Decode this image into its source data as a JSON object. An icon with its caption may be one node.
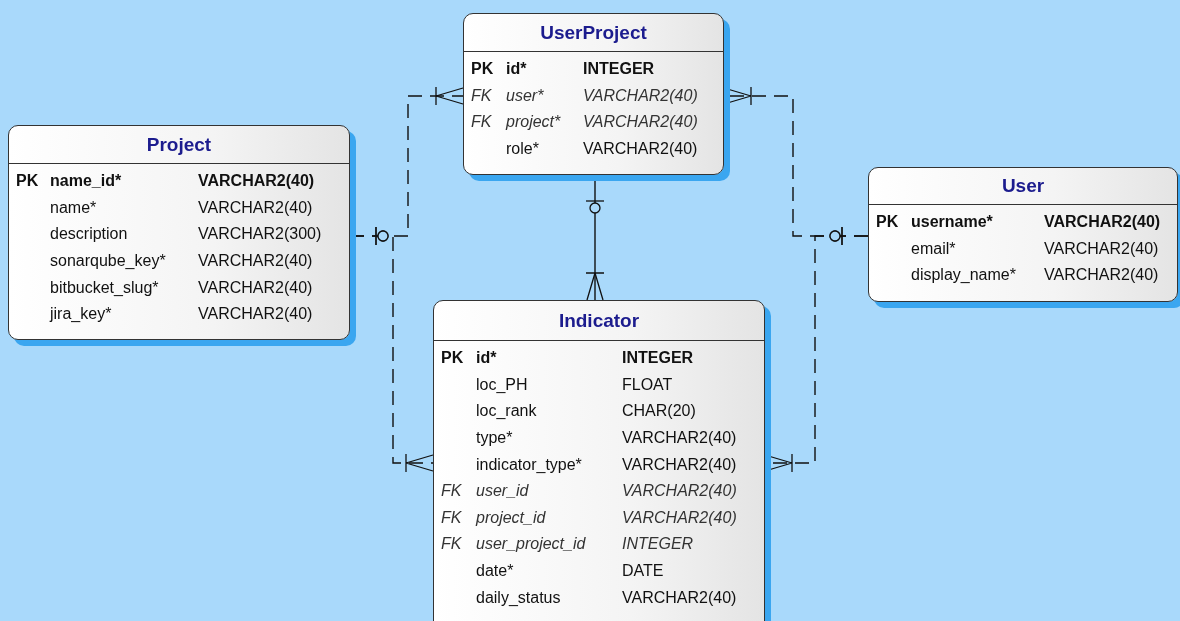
{
  "diagram": {
    "nodes": [
      {
        "text": [
          "UserProject",
          "PK",
          "id*",
          "INTEGER",
          "FK",
          "user*",
          "VARCHAR2(40)",
          "FK",
          "project*",
          "VARCHAR2(40)",
          "role*",
          "VARCHAR2(40)"
        ]
      },
      {
        "text": [
          "Project",
          "PK",
          "name_id*",
          "VARCHAR2(40)",
          "name*",
          "VARCHAR2(40)",
          "description",
          "VARCHAR2(300)",
          "sonarqube_key*",
          "VARCHAR2(40)",
          "bitbucket_slug*",
          "VARCHAR2(40)",
          "jira_key*",
          "VARCHAR2(40)"
        ]
      },
      {
        "text": [
          "User",
          "PK",
          "username*",
          "VARCHAR2(40)",
          "email*",
          "VARCHAR2(40)",
          "display_name*",
          "VARCHAR2(40)"
        ]
      },
      {
        "text": [
          "Indicator",
          "PK",
          "id*",
          "INTEGER",
          "loc_PH",
          "FLOAT",
          "loc_rank",
          "CHAR(20)",
          "type*",
          "VARCHAR2(40)",
          "indicator_type*",
          "VARCHAR2(40)",
          "FK",
          "user_id",
          "VARCHAR2(40)",
          "FK",
          "project_id",
          "VARCHAR2(40)",
          "FK",
          "user_project_id",
          "INTEGER",
          "date*",
          "DATE",
          "daily_status",
          "VARCHAR2(40)"
        ]
      }
    ],
    "edges": [
      {
        "from": 1,
        "to": 0,
        "arrow": "other",
        "style": "dashed"
      },
      {
        "from": 1,
        "to": 3,
        "arrow": "other",
        "style": "dashed"
      },
      {
        "from": 2,
        "to": 0,
        "arrow": "other",
        "style": "dashed"
      },
      {
        "from": 2,
        "to": 3,
        "arrow": "other",
        "style": "dashed"
      },
      {
        "from": 0,
        "to": 3,
        "arrow": "other"
      }
    ]
  }
}
